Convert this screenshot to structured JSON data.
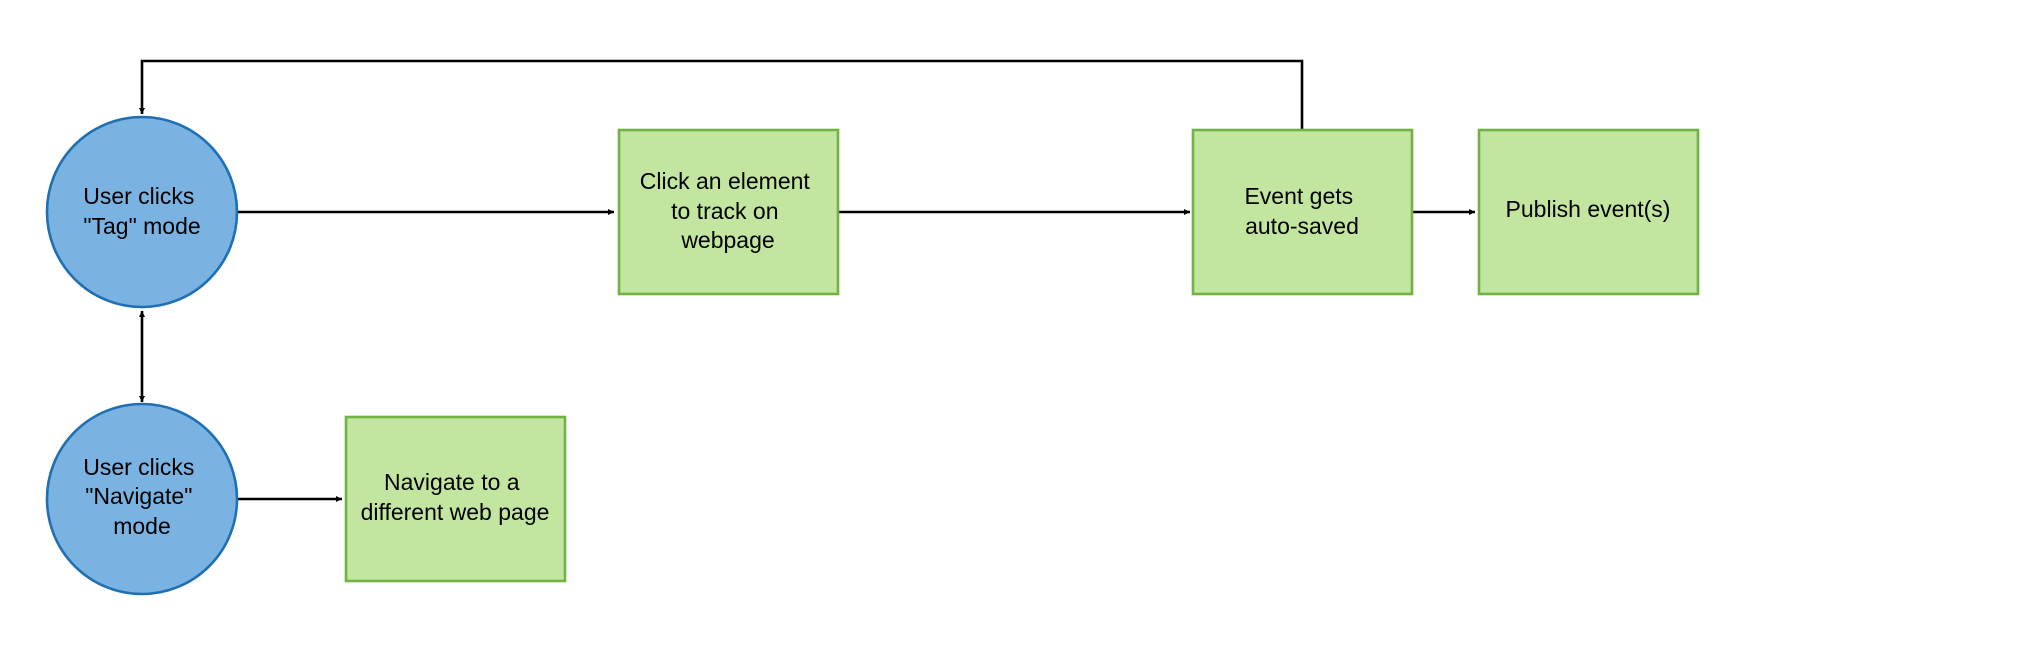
{
  "colors": {
    "circle_fill": "#7ab3e1",
    "circle_stroke": "#1f6fb2",
    "box_fill": "#c2e5a0",
    "box_stroke": "#71b244",
    "edge": "#000000"
  },
  "nodes": {
    "tag_mode": {
      "shape": "circle",
      "lines": [
        "User clicks",
        "\"Tag\" mode"
      ]
    },
    "navigate_mode": {
      "shape": "circle",
      "lines": [
        "User clicks",
        "\"Navigate\"",
        "mode"
      ]
    },
    "click_element": {
      "shape": "rectangle",
      "lines": [
        "Click an element",
        "to track on",
        "webpage"
      ]
    },
    "event_autosaved": {
      "shape": "rectangle",
      "lines": [
        "Event gets",
        "auto-saved"
      ]
    },
    "publish_events": {
      "shape": "rectangle",
      "lines": [
        "Publish event(s)"
      ]
    },
    "navigate_page": {
      "shape": "rectangle",
      "lines": [
        "Navigate to a",
        "different web page"
      ]
    }
  },
  "edges": [
    {
      "from": "tag_mode",
      "to": "click_element"
    },
    {
      "from": "click_element",
      "to": "event_autosaved"
    },
    {
      "from": "event_autosaved",
      "to": "publish_events"
    },
    {
      "from": "event_autosaved",
      "to": "tag_mode"
    },
    {
      "from": "tag_mode",
      "to": "navigate_mode",
      "bidirectional": true
    },
    {
      "from": "navigate_mode",
      "to": "navigate_page"
    }
  ]
}
